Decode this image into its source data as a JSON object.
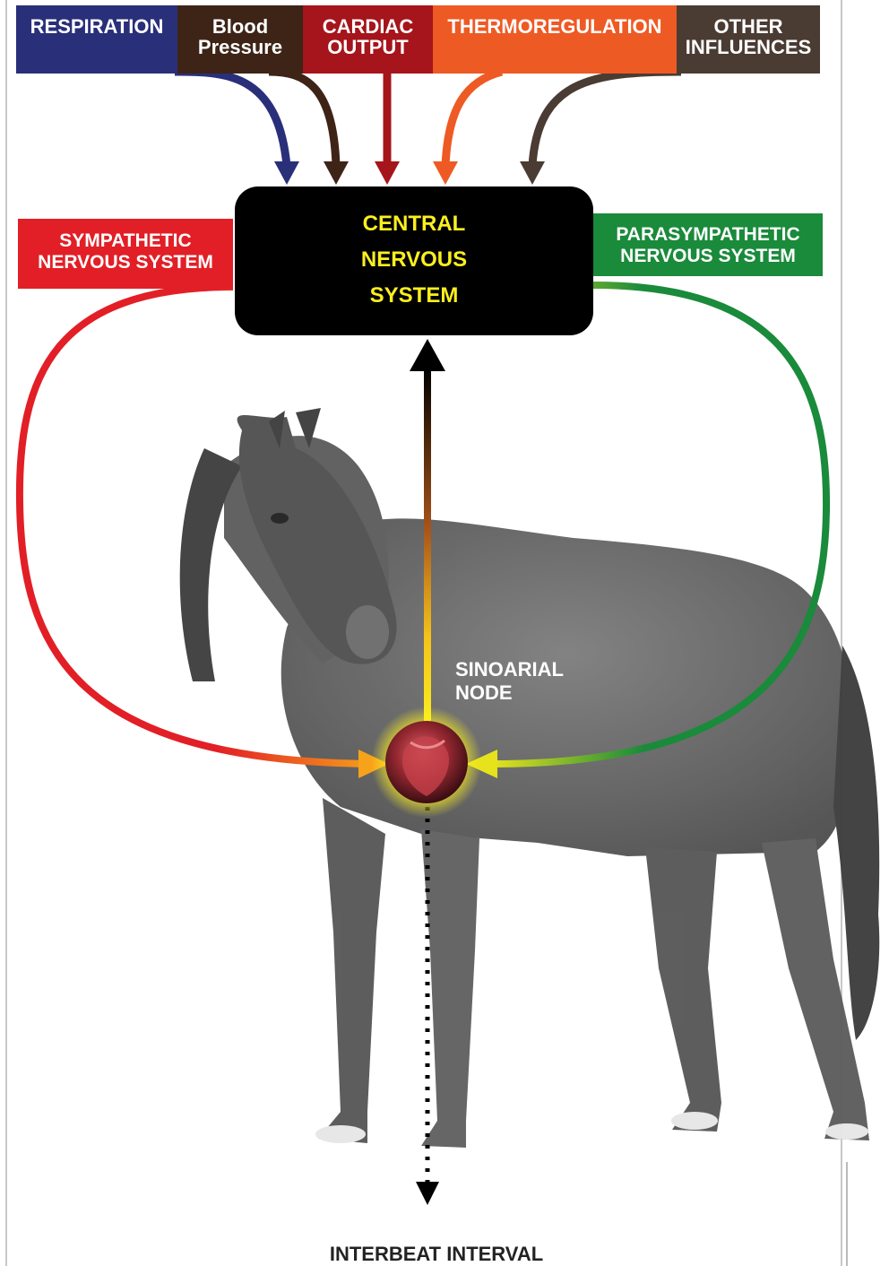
{
  "influences": [
    {
      "label": "RESPIRATION",
      "color": "#2a2f7a"
    },
    {
      "label": "Blood Pressure",
      "color": "#3d2417"
    },
    {
      "label": "CARDIAC OUTPUT",
      "color": "#a5151b"
    },
    {
      "label": "THERMOREGULATION",
      "color": "#ee5a24"
    },
    {
      "label": "OTHER INFLUENCES",
      "color": "#4a3b33"
    }
  ],
  "influence_lines": {
    "respiration": "RESPIRATION",
    "bp1": "Blood",
    "bp2": "Pressure",
    "co1": "CARDIAC",
    "co2": "OUTPUT",
    "thermo": "THERMOREGULATION",
    "other1": "OTHER",
    "other2": "INFLUENCES"
  },
  "central": {
    "line1": "CENTRAL",
    "line2": "NERVOUS",
    "line3": "SYSTEM",
    "text_color": "#fbef1e"
  },
  "sympathetic": {
    "line1": "SYMPATHETIC",
    "line2": "NERVOUS SYSTEM",
    "color": "#e21f26"
  },
  "parasympathetic": {
    "line1": "PARASYMPATHETIC",
    "line2": "NERVOUS SYSTEM",
    "color": "#1a8a3b"
  },
  "node": {
    "line1": "SINOARIAL",
    "line2": "NODE"
  },
  "output": {
    "label": "INTERBEAT INTERVAL"
  }
}
